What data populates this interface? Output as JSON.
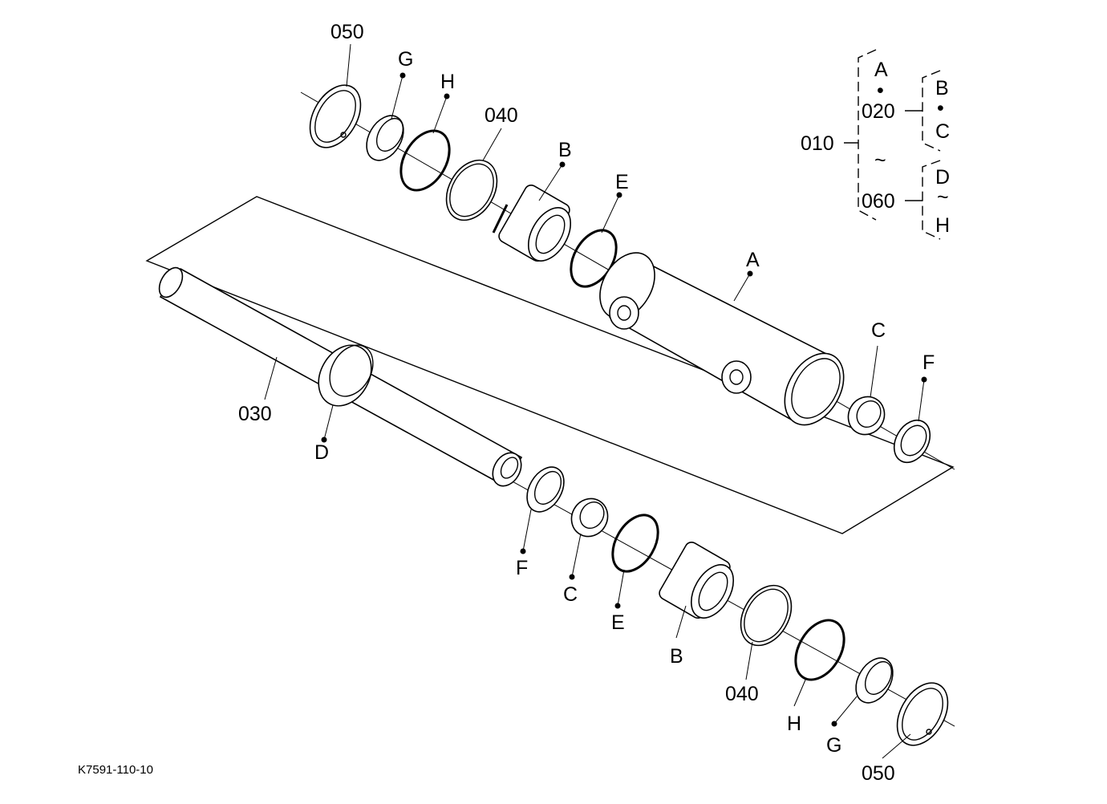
{
  "drawing_ref": "K7591-110-10",
  "labels": {
    "p050_top": "050",
    "g_top": "G",
    "h_top": "H",
    "p040_top": "040",
    "b_top": "B",
    "e_top": "E",
    "a": "A",
    "c_right": "C",
    "f_right": "F",
    "p030": "030",
    "d": "D",
    "f_bottom": "F",
    "c_bottom": "C",
    "e_bottom": "E",
    "b_bottom": "B",
    "p040_bottom": "040",
    "h_bottom": "H",
    "g_bottom": "G",
    "p050_bottom": "050"
  },
  "legend": {
    "assy": "010",
    "sub1": "020",
    "sub2": "060",
    "tilde": "~",
    "dot": "•",
    "group_a": "A",
    "group_b": "B",
    "group_c": "C",
    "group_d": "D",
    "group_h": "H"
  }
}
